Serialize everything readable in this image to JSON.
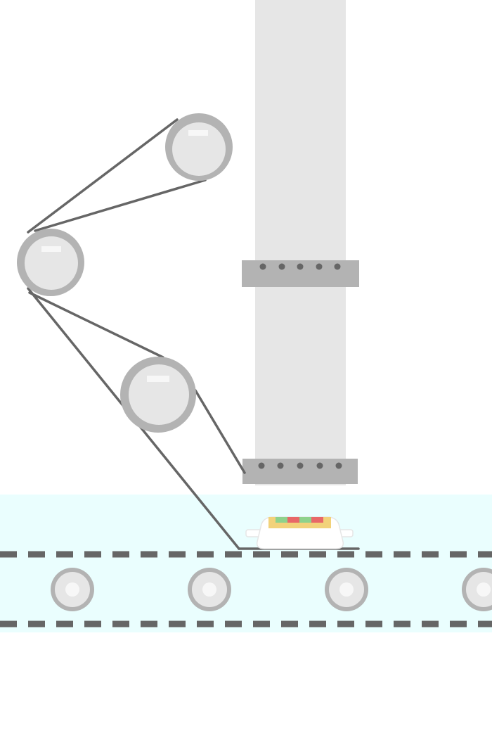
{
  "palette": {
    "background": "#ffffff",
    "conveyor_band": "#eafefe",
    "column": "#e6e6e6",
    "clamp": "#b3b3b3",
    "clamp_hole": "#666666",
    "belt_line": "#666666",
    "pulley_rim": "#b3b3b3",
    "pulley_face": "#e6e6e6",
    "pulley_highlight": "#f7f7f7",
    "dash": "#666666",
    "tray": "#ffffff",
    "tray_outline": "#e6e6e6",
    "food_base": "#f2d27a",
    "food_green": "#8ed28c",
    "food_red": "#e86868"
  },
  "icons": {
    "pulley": "pulley-wheel-icon",
    "roller": "conveyor-roller-icon",
    "clamp": "column-clamp-icon",
    "tray": "food-tray-icon"
  },
  "components": {
    "column": "vertical-column",
    "upper_clamp": "upper-clamp",
    "lower_clamp": "lower-clamp",
    "pulleys": 3,
    "rollers": 4,
    "food_stripes": [
      "green",
      "red",
      "green",
      "red"
    ]
  }
}
